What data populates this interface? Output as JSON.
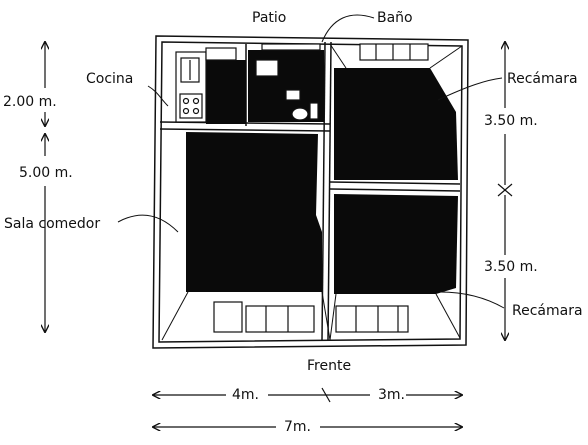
{
  "labels": {
    "patio": "Patio",
    "bano": "Baño",
    "cocina": "Cocina",
    "sala": "Sala comedor",
    "recamara_top": "Recámara",
    "recamara_bottom": "Recámara",
    "frente": "Frente"
  },
  "dimensions": {
    "kitchen_depth": "2.00 m.",
    "living_depth": "5.00 m.",
    "bedroom_top_depth": "3.50 m.",
    "bedroom_bottom_depth": "3.50 m.",
    "left_width": "4m.",
    "right_width": "3m.",
    "total_width": "7m."
  }
}
